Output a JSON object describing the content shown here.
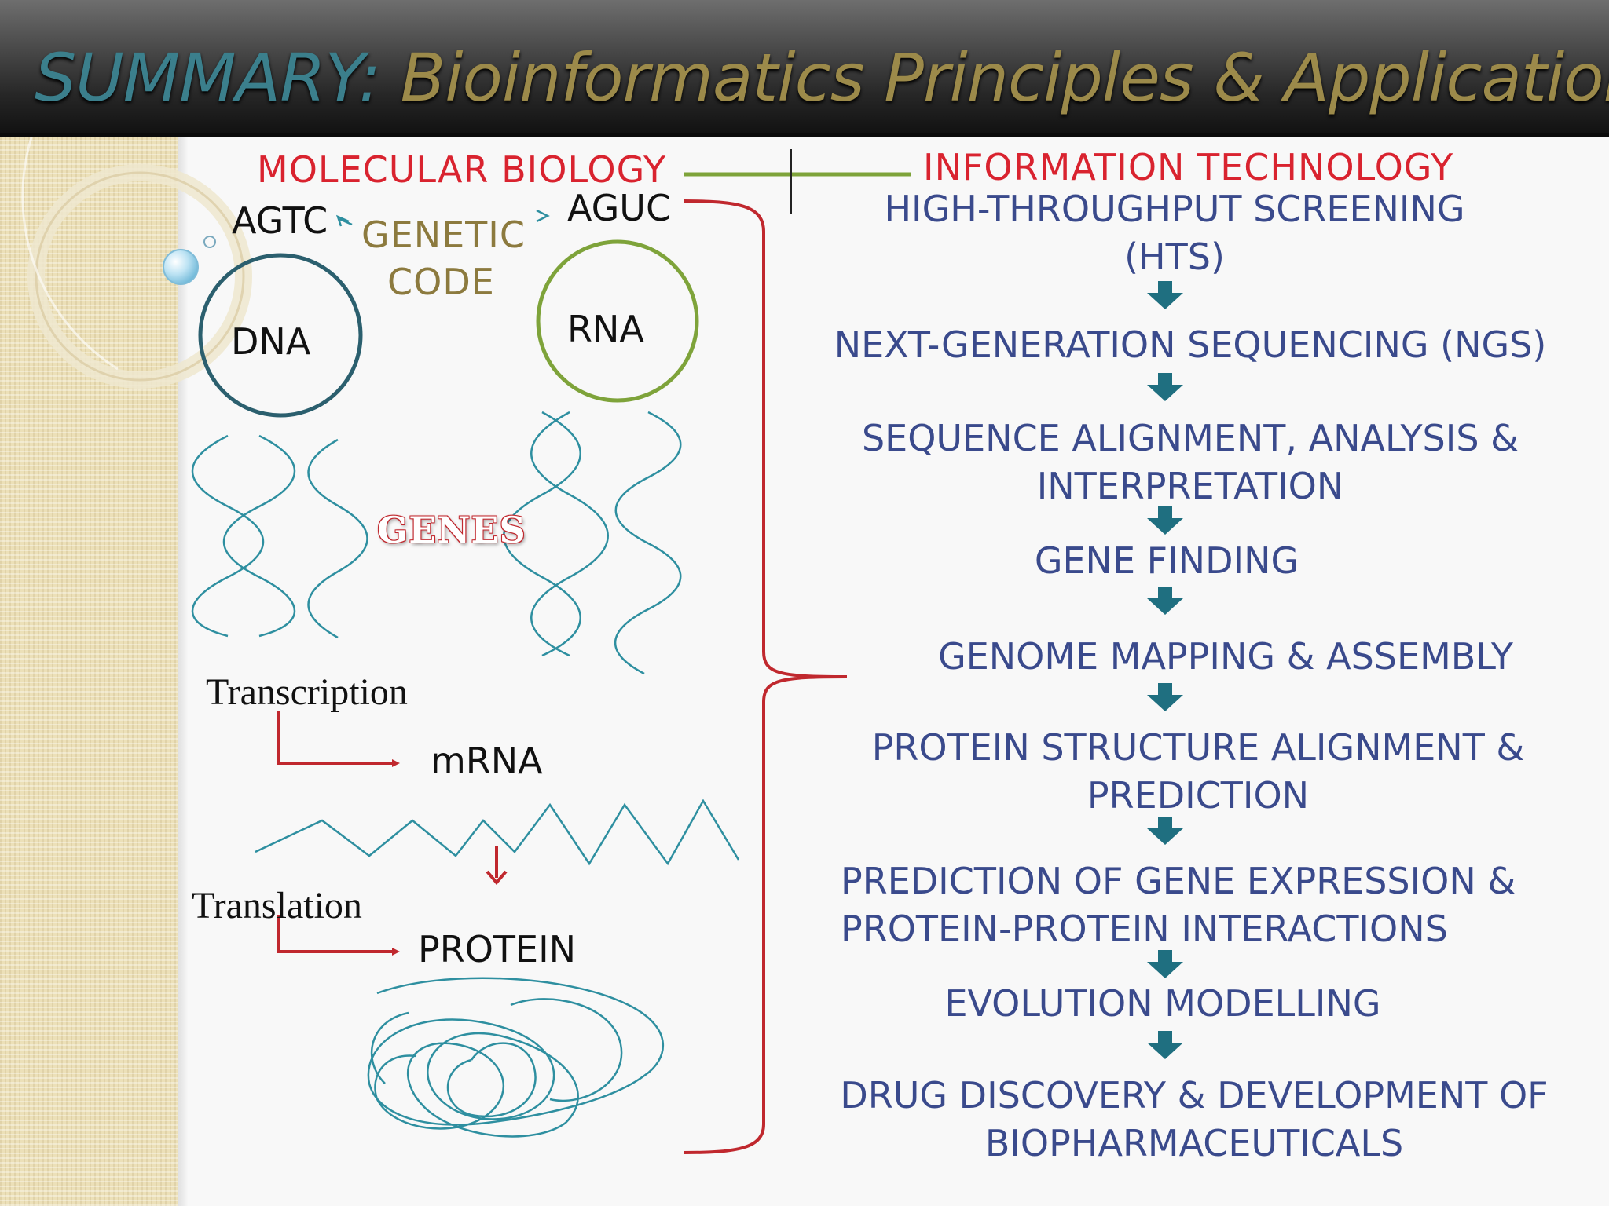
{
  "title": {
    "main": "SUMMARY:",
    "rest": " Bioinformatics Principles & Applications"
  },
  "left": {
    "heading": "MOLECULAR BIOLOGY",
    "agtc": "AGTC",
    "aguc": "AGUC",
    "genetic_code": [
      "GENETIC",
      "CODE"
    ],
    "dna": "DNA",
    "rna": "RNA",
    "genes": "GENES",
    "transcription": "Transcription",
    "mrna": "mRNA",
    "translation": "Translation",
    "protein": "PROTEIN"
  },
  "right": {
    "heading": "INFORMATION TECHNOLOGY",
    "steps": [
      "HIGH-THROUGHPUT SCREENING\n(HTS)",
      "NEXT-GENERATION SEQUENCING (NGS)",
      "SEQUENCE ALIGNMENT, ANALYSIS &\nINTERPRETATION",
      "GENE FINDING",
      "GENOME MAPPING & ASSEMBLY",
      "PROTEIN STRUCTURE ALIGNMENT &\nPREDICTION",
      "PREDICTION OF GENE EXPRESSION &\nPROTEIN-PROTEIN INTERACTIONS",
      "EVOLUTION MODELLING",
      "DRUG DISCOVERY & DEVELOPMENT OF\nBIOPHARMACEUTICALS"
    ]
  },
  "colors": {
    "heading_red": "#d9232f",
    "step_blue": "#3a4a8c",
    "teal": "#2e8fa0",
    "dna_circle": "#2b5f6e",
    "rna_circle": "#7ea33a",
    "connector_green": "#7ea33a",
    "arrow_teal": "#1f6f80",
    "flow_red": "#c0282e"
  }
}
